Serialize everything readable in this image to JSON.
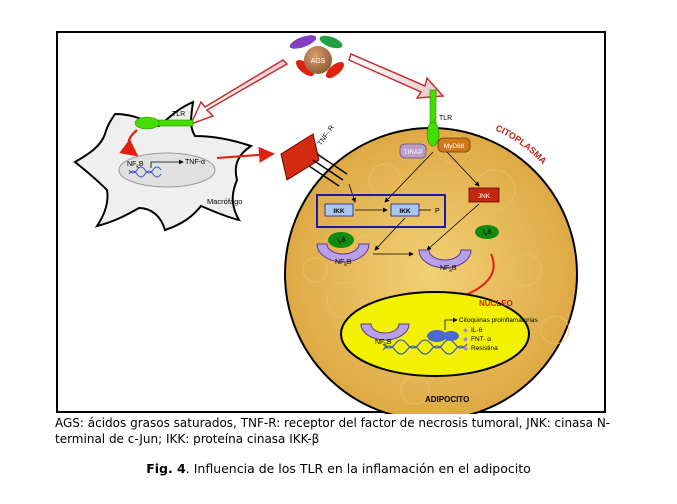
{
  "diagram": {
    "ags_label": "AGS",
    "tlr_label_macrophage": "TLR",
    "nfkb_label": "NF",
    "nfkb_sub": "k",
    "nfkb_tail": "B",
    "tnf_alpha_label": "TNF-α",
    "macrophage_label": "Macrófago",
    "tnfr_label": "TNF- R",
    "tlr_label_adipocyte": "TLR",
    "tirap_label": "TIRAP",
    "myd88_label": "MyD88",
    "citoplasma_label": "CITOPLASMA",
    "jnk_label": "JNK",
    "ikk_label_1": "IKK",
    "ikk_label_2": "IKK",
    "p_label": "P",
    "ikb_label": "I",
    "ikb_sub": "k",
    "ikb_tail": "B",
    "nucleo_label": "NUCLEO",
    "cytokines_title": "Citoquinas proinflamatorias",
    "cytokines": [
      "IL-6",
      "FNT- α",
      "Resistina"
    ],
    "adipocito_label": "ADIPOCITO"
  },
  "caption": {
    "text": "AGS: ácidos grasos saturados, TNF-R: receptor del factor de necrosis tumoral, JNK: cinasa N-terminal de c-Jun; IKK: proteína cinasa IKK-β"
  },
  "figure_title": {
    "label": "Fig. 4",
    "text": ".  Influencia de los TLR en la inflamación en el adipocito"
  },
  "colors": {
    "adipocyte_fill": "#e6bd57",
    "nucleus_fill": "#f2f200",
    "tlr_green": "#44dd00",
    "tnfr_red": "#d42a10",
    "arrow_red": "#e02010",
    "nfkb_purple": "#b8a0e8",
    "ikk_box": "#1a1aaa",
    "jnk_red": "#c02810",
    "tirap": "#b8a0c8",
    "myd88": "#d07818"
  }
}
